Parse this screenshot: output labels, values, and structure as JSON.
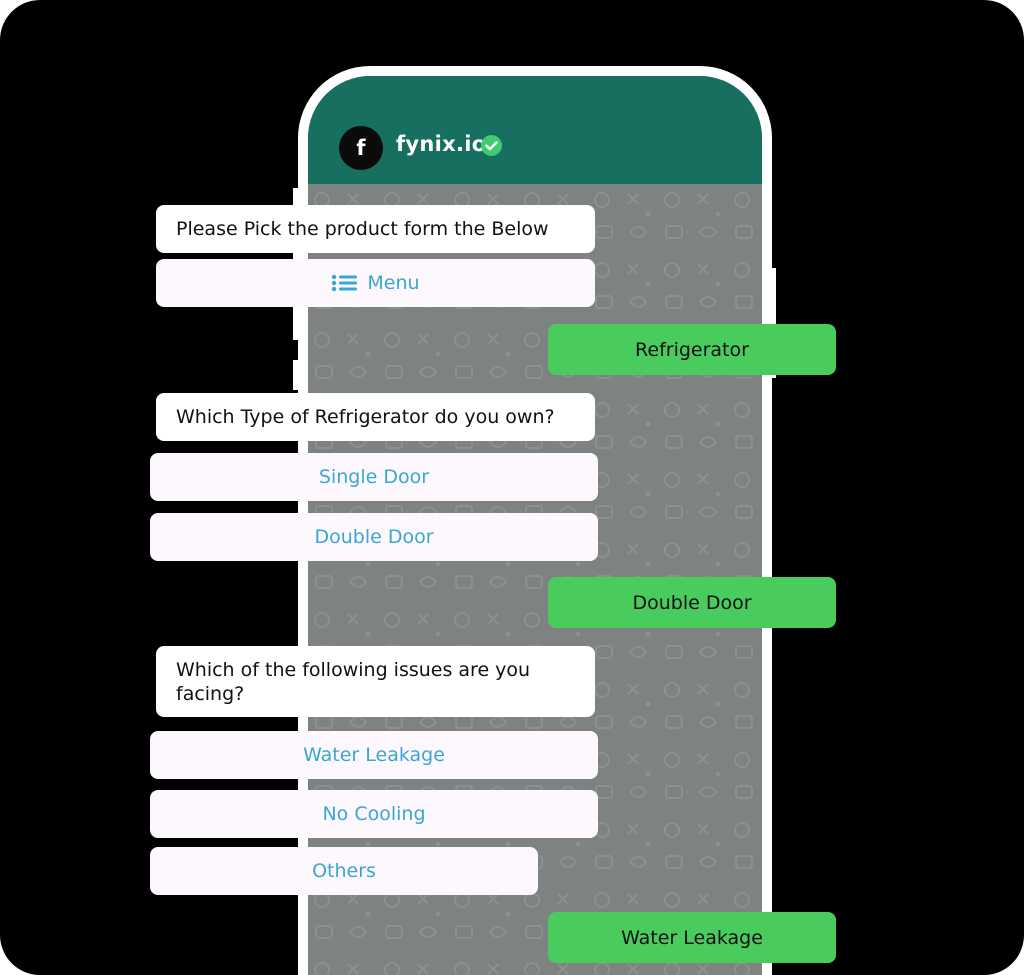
{
  "header": {
    "avatar_letter": "f",
    "name": "fynix.io",
    "verified": true
  },
  "colors": {
    "header": "#17705f",
    "wallpaper": "#7e8381",
    "reply": "#49cb5e",
    "option_text": "#3aa7d2"
  },
  "messages": {
    "q1": "Please Pick the product form the Below",
    "menu_label": "Menu",
    "reply1": "Refrigerator",
    "q2": "Which Type of Refrigerator do you own?",
    "q2_options": [
      "Single Door",
      "Double Door"
    ],
    "reply2": "Double Door",
    "q3": "Which of the following issues are you facing?",
    "q3_options": [
      "Water Leakage",
      "No Cooling",
      "Others"
    ],
    "reply3": "Water Leakage"
  }
}
